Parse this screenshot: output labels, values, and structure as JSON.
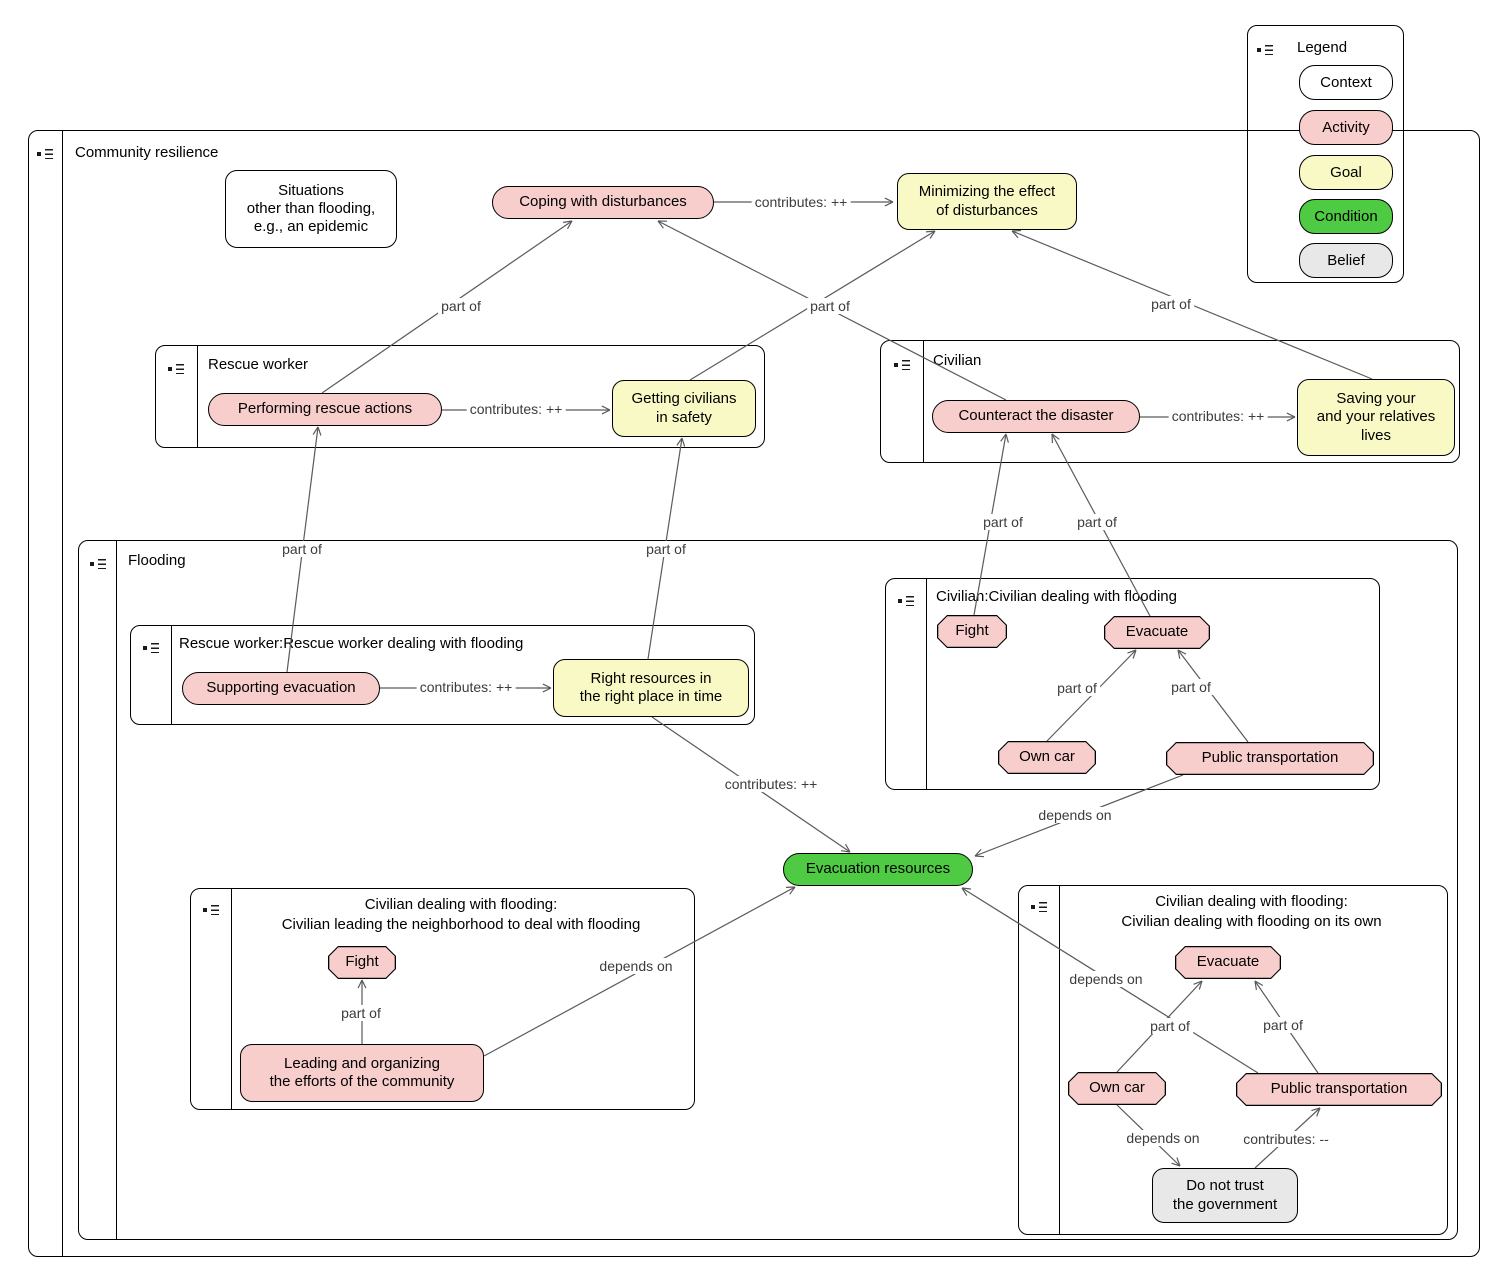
{
  "colors": {
    "context": "#ffffff",
    "activity": "#f8cecc",
    "goal": "#f9f9c5",
    "condition": "#4ecb43",
    "belief": "#e8e8e8",
    "edge": "#5a5a5a"
  },
  "legend": {
    "title": "Legend",
    "items": [
      {
        "label": "Context",
        "color": "#ffffff"
      },
      {
        "label": "Activity",
        "color": "#f8cecc"
      },
      {
        "label": "Goal",
        "color": "#f9f9c5"
      },
      {
        "label": "Condition",
        "color": "#4ecb43"
      },
      {
        "label": "Belief",
        "color": "#e8e8e8"
      }
    ]
  },
  "containers": {
    "community": {
      "title": "Community resilience"
    },
    "rescue_worker": {
      "title": "Rescue worker"
    },
    "civilian": {
      "title": "Civilian"
    },
    "flooding": {
      "title": "Flooding"
    },
    "rw_flooding": {
      "title": "Rescue worker:Rescue worker dealing with flooding"
    },
    "civ_flooding": {
      "title": "Civilian:Civilian dealing with flooding"
    },
    "civ_leading": {
      "title": "Civilian dealing with flooding:\nCivilian leading the neighborhood to deal with flooding"
    },
    "civ_own": {
      "title": "Civilian dealing with flooding:\nCivilian dealing with flooding on its own"
    }
  },
  "nodes": {
    "situations": {
      "type": "context",
      "label": "Situations\nother than flooding,\ne.g., an epidemic"
    },
    "coping": {
      "type": "activity",
      "label": "Coping with disturbances"
    },
    "minimizing": {
      "type": "goal",
      "label": "Minimizing the effect\nof disturbances"
    },
    "performing": {
      "type": "activity",
      "label": "Performing rescue actions"
    },
    "getting": {
      "type": "goal",
      "label": "Getting civilians\nin safety"
    },
    "counteract": {
      "type": "activity",
      "label": "Counteract the disaster"
    },
    "saving": {
      "type": "goal",
      "label": "Saving your\nand your relatives\nlives"
    },
    "supporting": {
      "type": "activity",
      "label": "Supporting evacuation"
    },
    "right_resources": {
      "type": "goal",
      "label": "Right resources in\nthe right place in time"
    },
    "fight_flooding": {
      "type": "activity",
      "label": "Fight"
    },
    "evacuate_flooding": {
      "type": "activity",
      "label": "Evacuate"
    },
    "own_car_flooding": {
      "type": "activity",
      "label": "Own car"
    },
    "public_flooding": {
      "type": "activity",
      "label": "Public transportation"
    },
    "evac_resources": {
      "type": "condition",
      "label": "Evacuation resources"
    },
    "fight_leading": {
      "type": "activity",
      "label": "Fight"
    },
    "leading": {
      "type": "activity",
      "label": "Leading and organizing\nthe efforts of the community"
    },
    "evacuate_own": {
      "type": "activity",
      "label": "Evacuate"
    },
    "own_car_own": {
      "type": "activity",
      "label": "Own car"
    },
    "public_own": {
      "type": "activity",
      "label": "Public transportation"
    },
    "no_trust": {
      "type": "belief",
      "label": "Do not trust\nthe government"
    }
  },
  "edge_labels": {
    "part_of": "part of",
    "contributes_plus": "contributes: ++",
    "contributes_minus": "contributes: --",
    "depends_on": "depends on"
  }
}
